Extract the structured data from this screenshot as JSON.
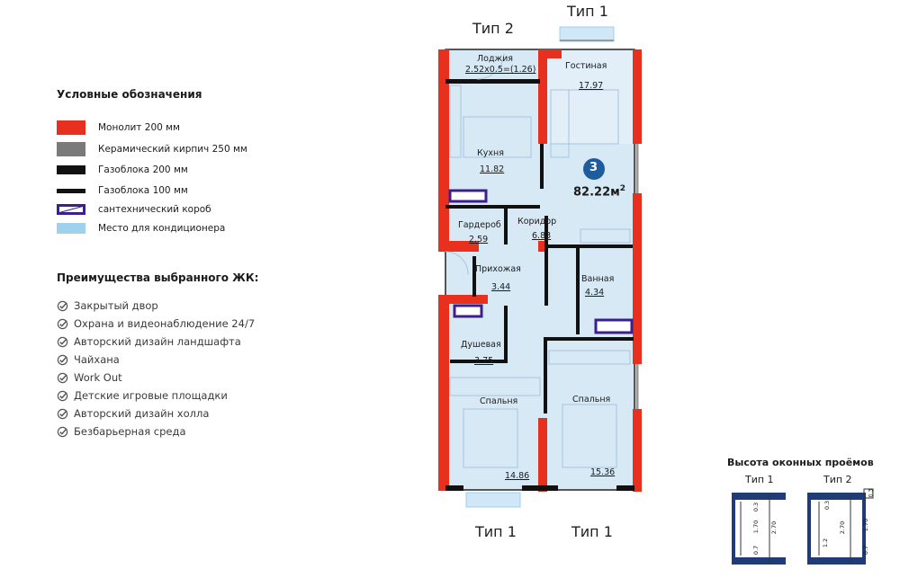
{
  "legend": {
    "title": "Условные обозначения",
    "items": [
      {
        "label": "Монолит 200 мм",
        "color": "#e8301e"
      },
      {
        "label": "Керамический кирпич  250 мм",
        "color": "#7a7a7a"
      },
      {
        "label": "Газоблока  200 мм",
        "color": "#111111"
      },
      {
        "label": "Газоблока 100 мм",
        "color": "#111111"
      },
      {
        "label": "сантехнический короб",
        "color": "#3b1f8c"
      },
      {
        "label": "Место для кондиционера",
        "color": "#9fd0ec"
      }
    ]
  },
  "advantages": {
    "title": "Преимущества выбранного ЖК:",
    "items": [
      "Закрытый двор",
      "Охрана и видеонаблюдение 24/7",
      "Авторский дизайн ландшафта",
      "Чайхана",
      "Work Out",
      "Детские игровые площадки",
      "Авторский дизайн холла",
      "Безбарьерная среда"
    ]
  },
  "plan": {
    "rooms_count": "3",
    "total_area": "82.22м",
    "total_area_sup": "2",
    "window_types": {
      "top_left": "Тип 2",
      "top_right": "Тип 1",
      "bottom_left": "Тип 1",
      "bottom_right": "Тип 1"
    },
    "rooms": {
      "loggia": {
        "name": "Лоджия",
        "area": "2.52x0.5=(1.26)"
      },
      "living": {
        "name": "Гостиная",
        "area": "17.97"
      },
      "kitchen": {
        "name": "Кухня",
        "area": "11.82"
      },
      "wardrobe": {
        "name": "Гардероб",
        "area": "2.59"
      },
      "corridor": {
        "name": "Коридор",
        "area": "6.83"
      },
      "hall": {
        "name": "Прихожая",
        "area": "3.44"
      },
      "bathroom": {
        "name": "Ванная",
        "area": "4.34"
      },
      "shower": {
        "name": "Душевая",
        "area": "3.75"
      },
      "bedroom1": {
        "name": "Спальня",
        "area": "14.86"
      },
      "bedroom2": {
        "name": "Спальня",
        "area": "15.36"
      }
    },
    "colors": {
      "monolith": "#e8301e",
      "floor": "#d8e9f6",
      "wall": "#111111",
      "badge": "#1f5c9e",
      "sanitary": "#3b1f8c",
      "ac": "#9fd0ec"
    }
  },
  "window_heights": {
    "title": "Высота оконных проёмов",
    "type1": {
      "label": "Тип 1",
      "top": "0.3",
      "mid": "1.70",
      "bottom": "0.7",
      "total": "2.70"
    },
    "type2": {
      "label": "Тип 2",
      "top": "0.3",
      "mid": "1.70",
      "bottom": "0.7",
      "sill": "1.2",
      "total": "2.70",
      "side_top": "0.3"
    }
  }
}
